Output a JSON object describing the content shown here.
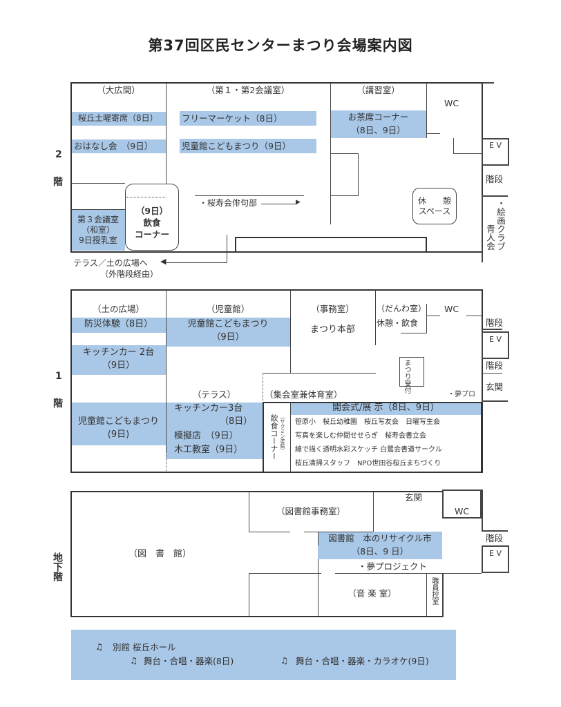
{
  "title": "第37回区民センターまつり会場案内図",
  "floor2": {
    "label_num": "2",
    "label_kai": "階",
    "rooms": {
      "ohiroma": "（大広間）",
      "kaigi12": "（第１・第2会議室）",
      "koshu": "（講習室）",
      "wc": "WC",
      "ev": "E V",
      "kaidan": "階段",
      "kaigi3": "第３会議室\n（和室）\n9日授乳室",
      "inshoku": "（9日）\n飲食\nコーナー",
      "kyukei": "休　　憩\nスペース",
      "eiga": "・絵画クラブ",
      "seinen": "青人会"
    },
    "events": [
      "桜丘土曜寄席（8日）",
      "おはなし会　（9日）",
      "フリーマーケット（8日）",
      "児童館こどもまつり（9日）",
      "お茶席コーナー",
      "（8日、9日）"
    ],
    "haiku": "・桜寿会俳句部",
    "terrace_arrow": "テラス／土の広場へ",
    "terrace_arrow_sub": "（外階段経由）"
  },
  "floor1": {
    "label_num": "1",
    "label_kai": "階",
    "rooms": {
      "tsuchi": "（土の広場）",
      "jidokan": "（児童館）",
      "jimu": "（事務室）",
      "danwa": "（だんわ室）",
      "wc": "WC",
      "terrace": "（テラス）",
      "shukai": "（集会室兼体育室）",
      "kaidan1": "階段",
      "ev": "E V",
      "kaidan2": "階段",
      "genkan": "玄関"
    },
    "events": {
      "bosai": "防災体験（8日）",
      "kitchen2": "キッチンカー 2台",
      "kitchen2_day": "（9日）",
      "kodomo_left": "児童館こどもまつり",
      "kodomo_left_day": "(9日)",
      "kodomo_center": "児童館こどもまつり",
      "kodomo_center_day": "（9日）",
      "honbu": "まつり本部",
      "kyukei": "休憩・飲食",
      "uketsuke": "まつり受付",
      "yume": "・夢プロ",
      "kitchen3": "キッチンカー3台",
      "kitchen3_day": "（8日）",
      "mogi": "模擬店　（9日）",
      "mokko": "木工教室（9日）",
      "inshoku": "飲食コーナー",
      "sakumin": "（サクミン塗絵）",
      "kaikai": "開会式/展 示（8日、9日）"
    },
    "exhibits": [
      "笹原小　桜丘幼稚園　桜丘写友会　日曜写生会",
      "写真を楽しむ仲間せせらぎ　桜寿会書立会",
      "線で描く透明水彩スケッチ 白鷺会書道サークル",
      "桜丘清掃スタッフ　NPO世田谷桜丘まちづくり"
    ]
  },
  "b1": {
    "label": "地下階",
    "rooms": {
      "toshokan": "（図　書　館）",
      "toshojimu": "（図書館事務室）",
      "genkan": "玄関",
      "wc": "WC",
      "kaidan": "階段",
      "ev": "E V",
      "ongaku": "（音 楽 室）",
      "shokuin": "職員控室"
    },
    "events": {
      "recycle": "図書館　本のリサイクル市",
      "recycle_day": "（8日、9 日）",
      "yume": "・夢プロジェクト"
    }
  },
  "annex": {
    "title": "別館 桜丘ホール",
    "day8": "舞台・合唱・器楽(8日)",
    "day9": "舞台・合唱・器楽・カラオケ(9日)"
  },
  "colors": {
    "highlight": "#a9c7e6",
    "line": "#333333"
  }
}
